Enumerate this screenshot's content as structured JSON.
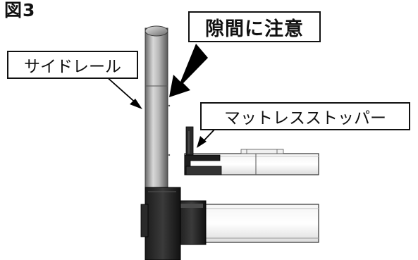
{
  "figure": {
    "label": "図3"
  },
  "callouts": {
    "warning": "隙間に注意",
    "side_rail": "サイドレール",
    "mattress_stopper": "マットレスストッパー"
  }
}
